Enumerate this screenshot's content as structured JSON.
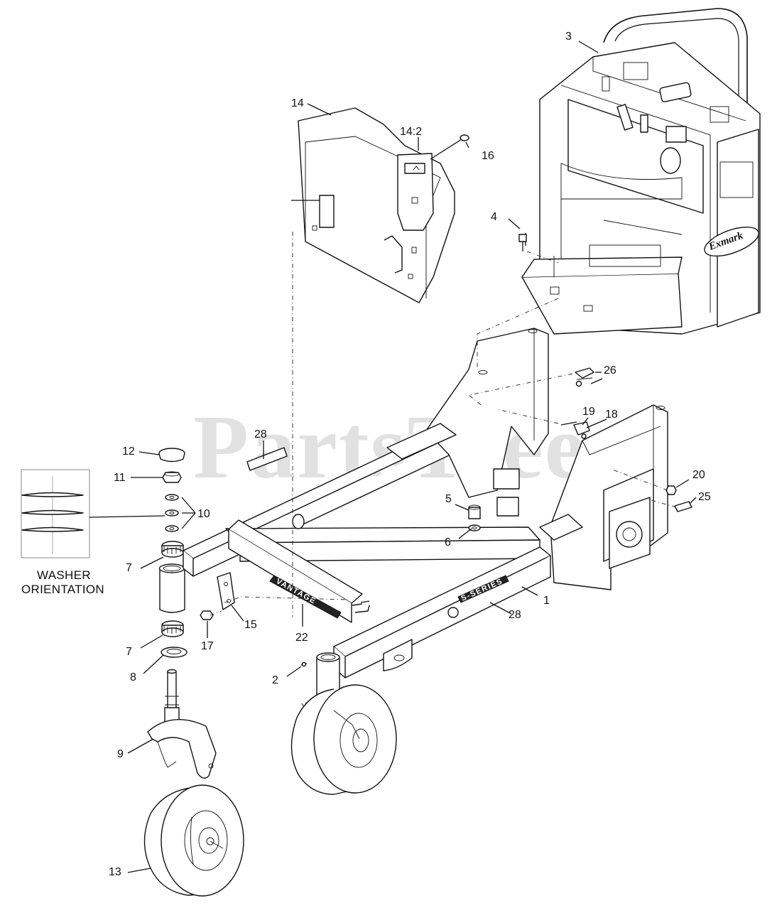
{
  "watermark": "PartsTree",
  "caption": {
    "line1": "WASHER",
    "line2": "ORIENTATION"
  },
  "brand": "Exmark",
  "frame_badges": {
    "model": "VANTAGE",
    "series": "S-SERIES"
  },
  "callouts": {
    "c1": "1",
    "c2": "2",
    "c3": "3",
    "c4": "4",
    "c5": "5",
    "c6": "6",
    "c7a": "7",
    "c7b": "7",
    "c8": "8",
    "c9": "9",
    "c10": "10",
    "c11": "11",
    "c12": "12",
    "c13": "13",
    "c14": "14",
    "c14_2": "14:2",
    "c15": "15",
    "c16": "16",
    "c17": "17",
    "c18": "18",
    "c19": "19",
    "c20": "20",
    "c22": "22",
    "c25": "25",
    "c26": "26",
    "c28a": "28",
    "c28b": "28"
  }
}
